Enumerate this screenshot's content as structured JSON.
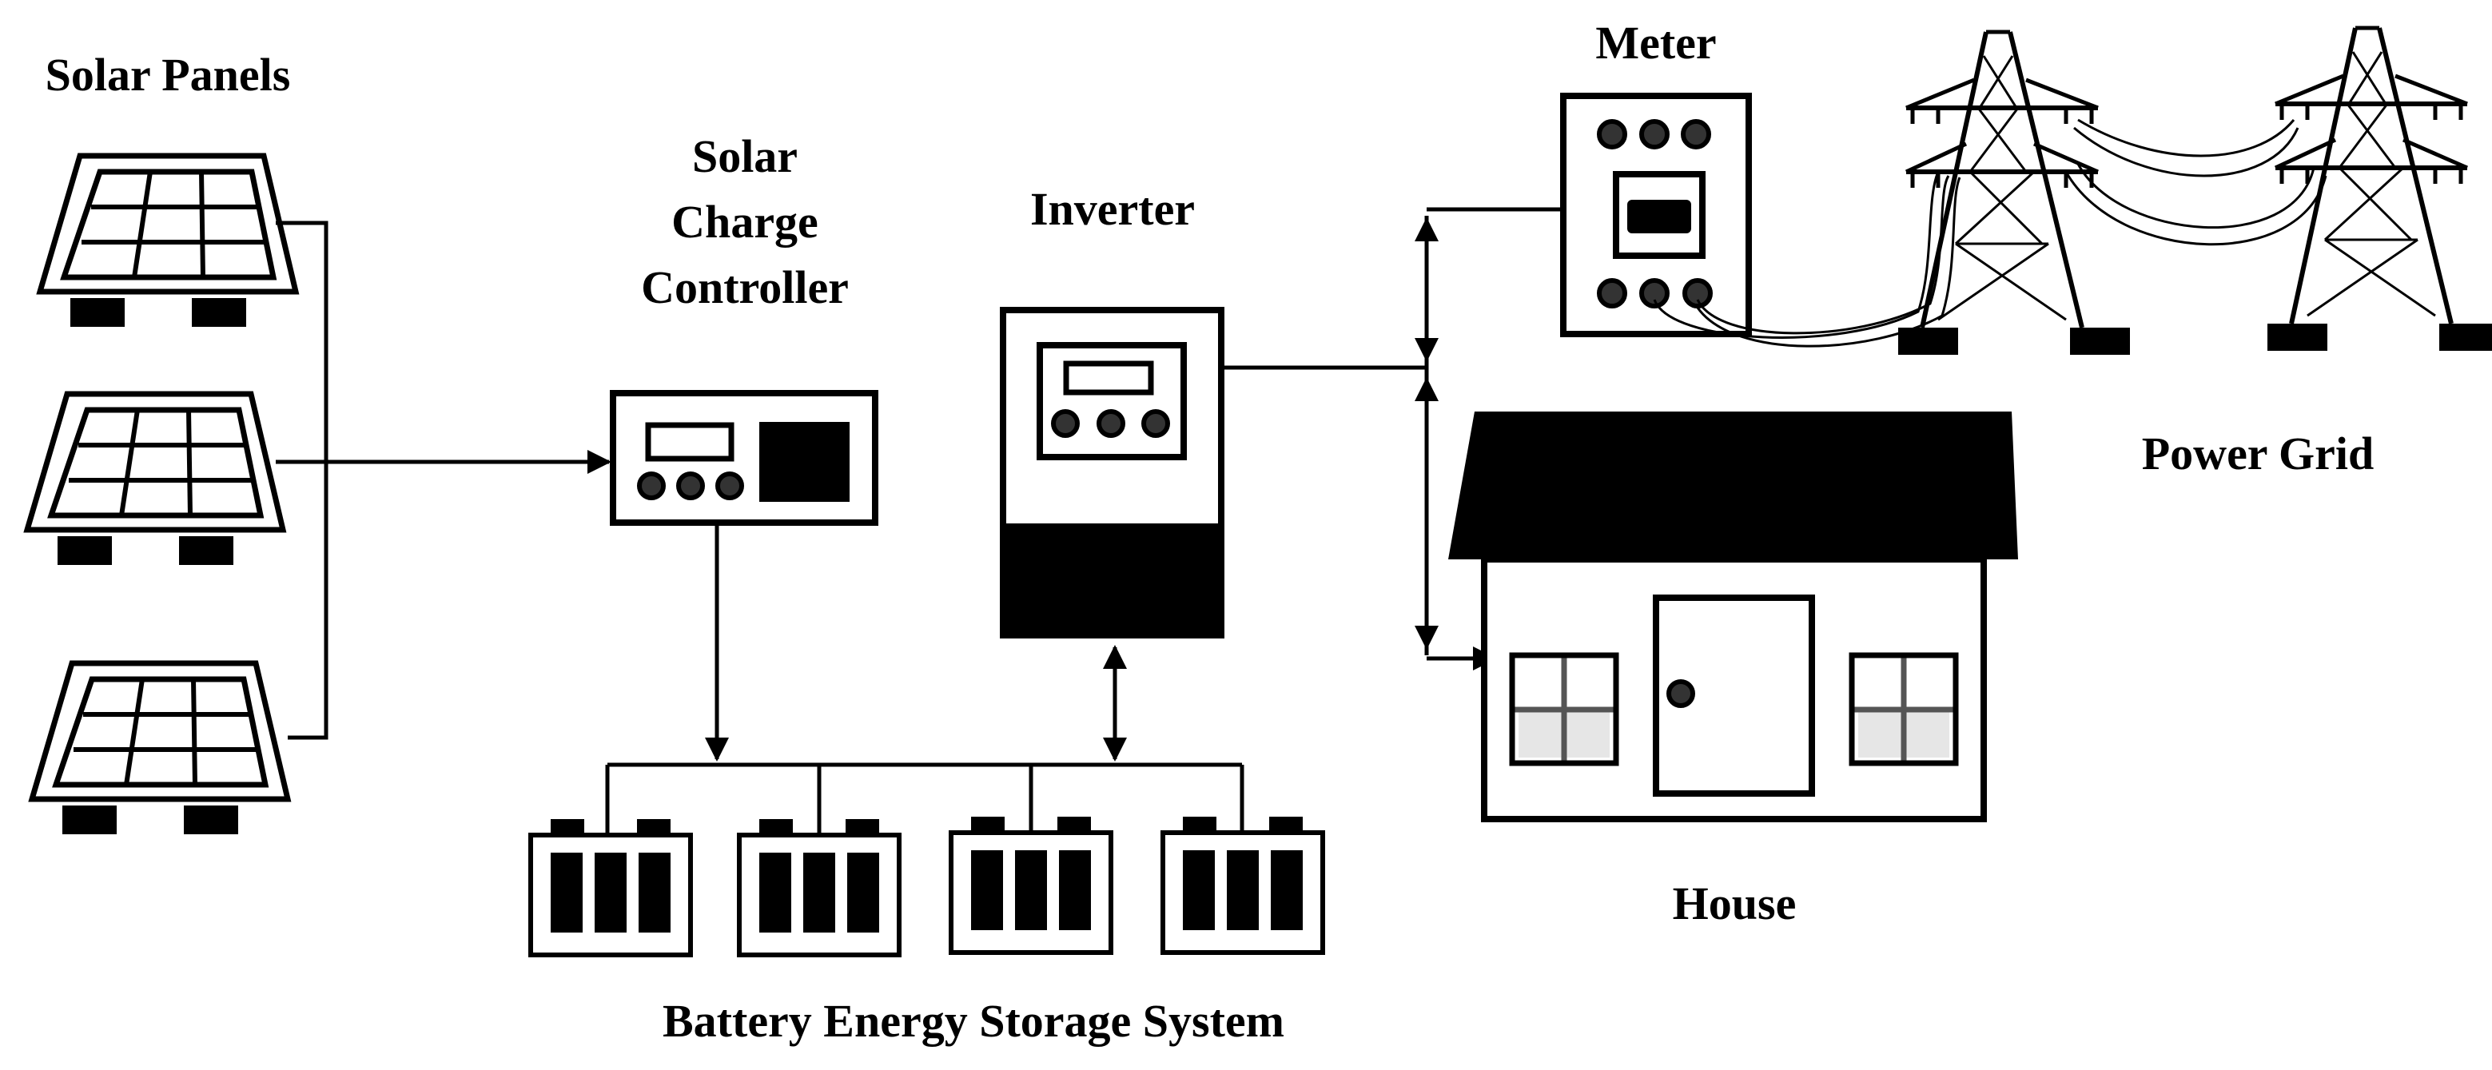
{
  "labels": {
    "solar_panels": "Solar Panels",
    "charge_controller_line1": "Solar",
    "charge_controller_line2": "Charge",
    "charge_controller_line3": "Controller",
    "inverter": "Inverter",
    "meter": "Meter",
    "power_grid": "Power Grid",
    "house": "House",
    "battery_system": "Battery Energy Storage System"
  },
  "icons": {
    "panel": "solar-panel-icon",
    "controller": "charge-controller-icon",
    "inverter": "inverter-icon",
    "meter": "meter-icon",
    "tower": "transmission-tower-icon",
    "house": "house-icon",
    "battery": "battery-icon"
  },
  "colors": {
    "stroke": "#000000",
    "background": "#ffffff"
  }
}
